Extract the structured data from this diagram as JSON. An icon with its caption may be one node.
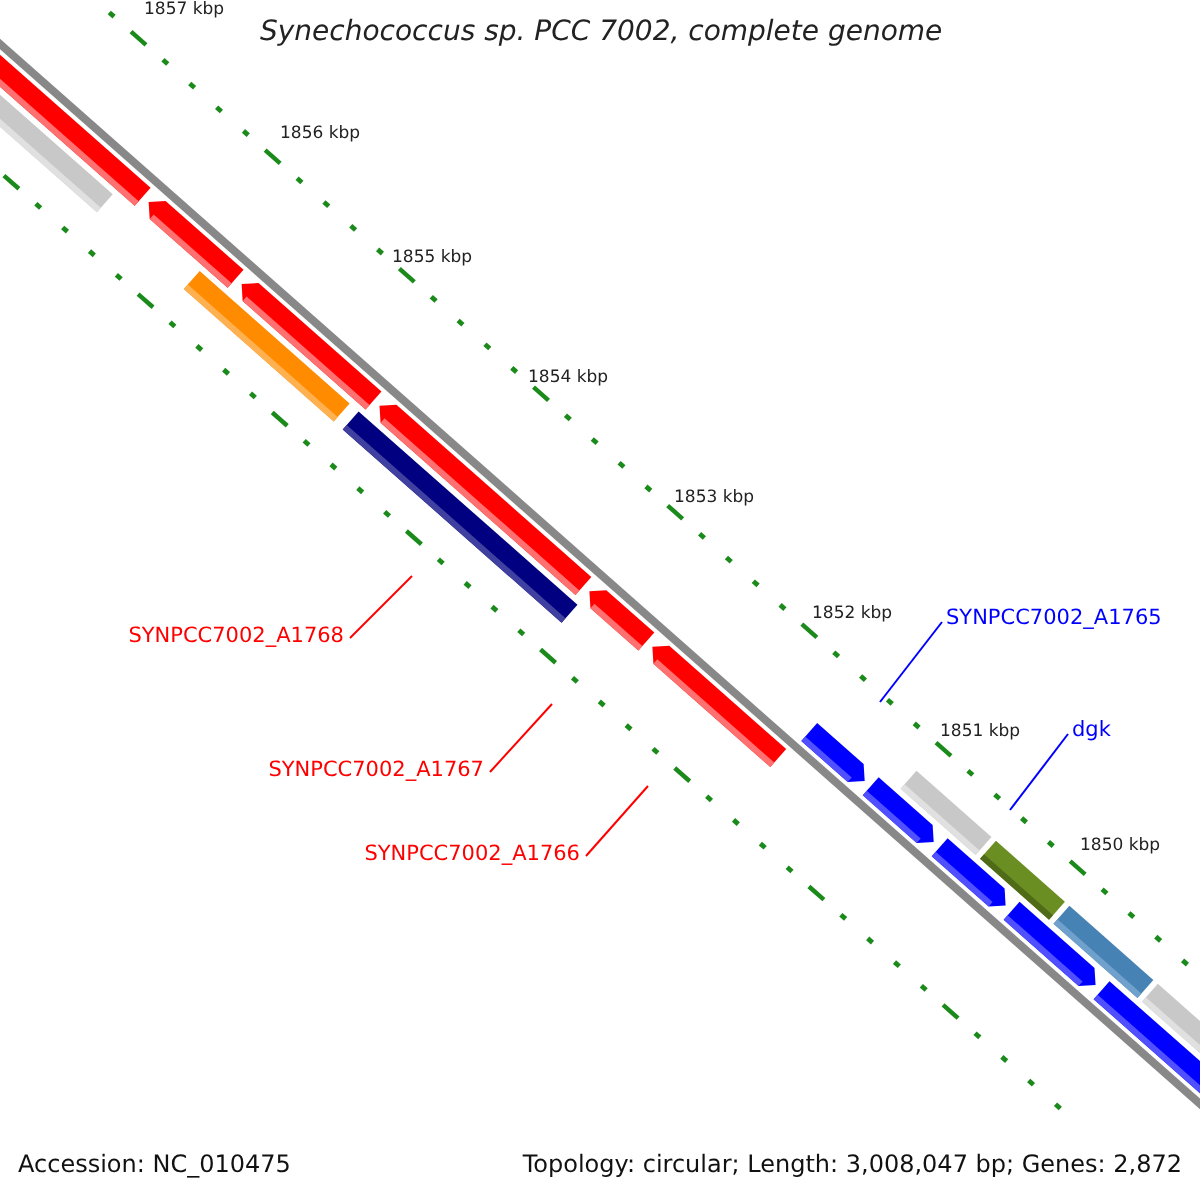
{
  "diagram": {
    "title": "Synechococcus sp. PCC 7002, complete genome",
    "nodes": [
      {
        "text": [
          "SYNPCC7002_A1768"
        ]
      },
      {
        "text": [
          "SYNPCC7002_A1767"
        ]
      },
      {
        "text": [
          "SYNPCC7002_A1766"
        ]
      },
      {
        "text": [
          "SYNPCC7002_A1765"
        ]
      },
      {
        "text": [
          "dgk"
        ]
      }
    ],
    "edges": [
      {
        "from": 0,
        "to": null,
        "arrow": "none",
        "color": "#ff0000"
      },
      {
        "from": 1,
        "to": null,
        "arrow": "none",
        "color": "#ff0000"
      },
      {
        "from": 2,
        "to": null,
        "arrow": "none",
        "color": "#ff0000"
      },
      {
        "from": 3,
        "to": null,
        "arrow": "none",
        "color": "#0000ff"
      },
      {
        "from": 4,
        "to": null,
        "arrow": "none",
        "color": "#0000ff"
      }
    ],
    "labels": [
      "1857 kbp",
      "1856 kbp",
      "1855 kbp",
      "1854 kbp",
      "1853 kbp",
      "1852 kbp",
      "1851 kbp",
      "1850 kbp",
      "Accession: NC_010475",
      "Topology: circular; Length: 3,008,047 bp; Genes: 2,872"
    ]
  }
}
